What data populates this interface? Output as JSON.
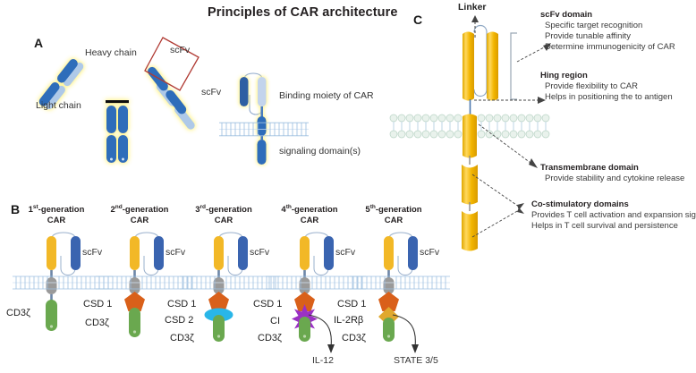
{
  "figure": {
    "title": "Principles of CAR architecture",
    "panels": [
      "A",
      "B",
      "C"
    ]
  },
  "colors": {
    "antibody_heavy": "#2e6dba",
    "antibody_light": "#aec9e8",
    "glow": "#fff6a0",
    "scfv_box": "#b03a33",
    "scfv_blue": "#2e5fa3",
    "scfv_pale": "#c3d4ec",
    "hinge_yellow": "#f2b827",
    "scfv_gen_blue": "#3a64b0",
    "transmembrane_gray": "#9a9a9a",
    "csd1_orange": "#d9601a",
    "csd2_cyan": "#29b6e8",
    "cd3z_green": "#6aa84f",
    "ci_purple": "#9b30c4",
    "il2rb_gold": "#e0a82e",
    "membrane_blue": "#9dbfe0",
    "membrane_green": "#cfe3d8",
    "panelC_yellow": "#f5c11e",
    "text": "#231f20"
  },
  "panelA": {
    "letter": "A",
    "antibody": {
      "heavy_chain_label": "Heavy chain",
      "light_chain_label": "Light chain",
      "scfv_label": "scFv"
    },
    "car": {
      "scfv_label": "scFv",
      "binding_moiety_label": "Binding moiety of CAR",
      "signaling_label": "signaling domain(s)"
    }
  },
  "panelB": {
    "letter": "B",
    "generations": [
      {
        "ordinal": "1",
        "suffix": "st",
        "title_line1": "-generation",
        "title_line2": "CAR",
        "scfv_label": "scFv",
        "domains": [
          "CD3ζ"
        ],
        "output": ""
      },
      {
        "ordinal": "2",
        "suffix": "nd",
        "title_line1": "-generation",
        "title_line2": "CAR",
        "scfv_label": "scFv",
        "domains": [
          "CSD 1",
          "CD3ζ"
        ],
        "output": ""
      },
      {
        "ordinal": "3",
        "suffix": "rd",
        "title_line1": "-generation",
        "title_line2": "CAR",
        "scfv_label": "scFv",
        "domains": [
          "CSD 1",
          "CSD 2",
          "CD3ζ"
        ],
        "output": ""
      },
      {
        "ordinal": "4",
        "suffix": "th",
        "title_line1": "-generation",
        "title_line2": "CAR",
        "scfv_label": "scFv",
        "domains": [
          "CSD 1",
          "CI",
          "CD3ζ"
        ],
        "output": "IL-12"
      },
      {
        "ordinal": "5",
        "suffix": "th",
        "title_line1": "-generation",
        "title_line2": "CAR",
        "scfv_label": "scFv",
        "domains": [
          "CSD 1",
          "IL-2Rβ",
          "CD3ζ"
        ],
        "output": "STATE 3/5"
      }
    ]
  },
  "panelC": {
    "letter": "C",
    "linker_label": "Linker",
    "annotations": [
      {
        "heading": "scFv domain",
        "lines": [
          "Specific target recognition",
          "Provide tunable affinity",
          "Determine immunogenicity of CAR"
        ]
      },
      {
        "heading": "Hing region",
        "lines": [
          "Provide flexibility to CAR",
          "Helps in positioning the to antigen"
        ]
      },
      {
        "heading": "Transmembrane domain",
        "lines": [
          "Provide stability and cytokine release"
        ]
      },
      {
        "heading": "Co-stimulatory domains",
        "lines": [
          "Provides T cell activation and expansion signal",
          "Helps in T cell survival and persistence"
        ]
      }
    ]
  }
}
